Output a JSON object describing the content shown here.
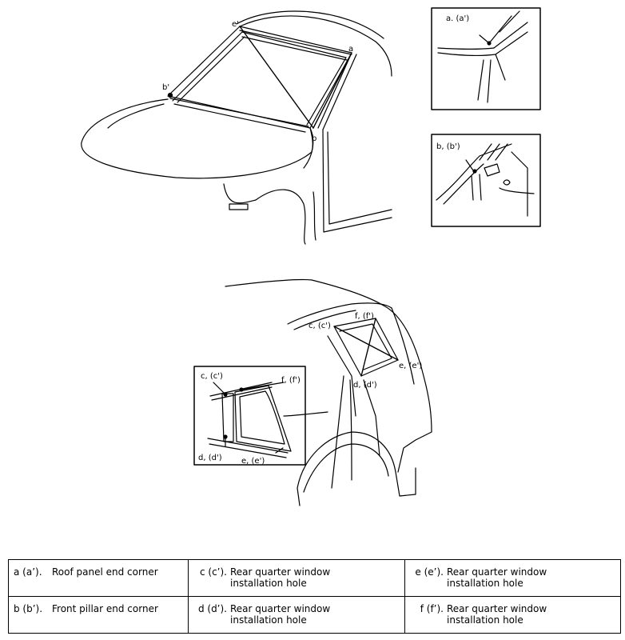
{
  "callouts": {
    "a": "a",
    "b": "b",
    "b_prime": "b'",
    "e_prime": "e'",
    "detail_a": "a. (a')",
    "detail_b": "b, (b')",
    "c_cp": "c, (c')",
    "f_fp": "f, (f')",
    "e_ep": "e, (e')",
    "d_dp": "d, (d')",
    "inset_c": "c, (c')",
    "inset_f": "f, (f')",
    "inset_d": "d, (d')",
    "inset_e": "e, (e')"
  },
  "legend": {
    "rows": [
      [
        {
          "code": "a (a’).",
          "desc": "Roof panel end corner"
        },
        {
          "code": "c (c’).",
          "desc": "Rear quarter window installation hole"
        },
        {
          "code": "e (e’).",
          "desc": "Rear quarter window installation hole"
        }
      ],
      [
        {
          "code": "b (b’).",
          "desc": "Front pillar end corner"
        },
        {
          "code": "d (d’).",
          "desc": "Rear quarter window installation hole"
        },
        {
          "code": "f (f’).",
          "desc": "Rear quarter window installation hole"
        }
      ]
    ]
  }
}
